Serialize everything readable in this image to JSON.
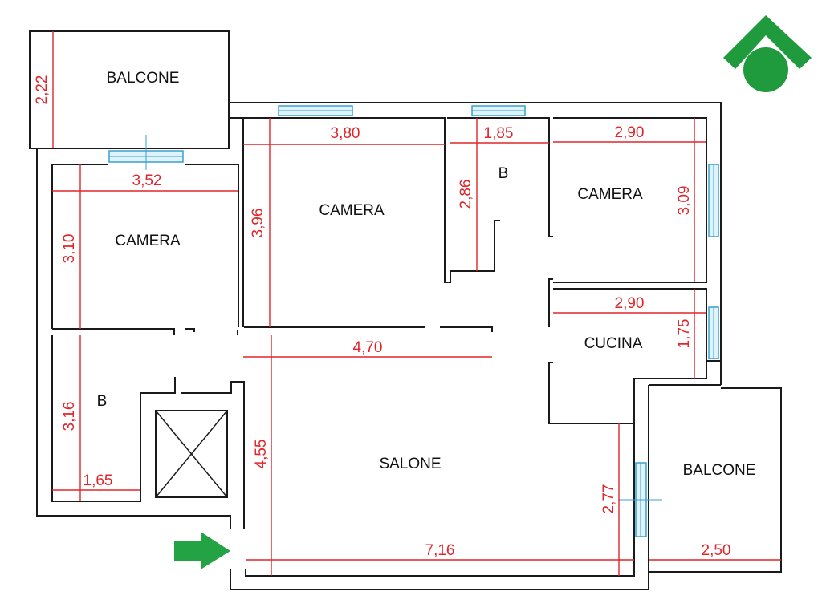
{
  "colors": {
    "wall": "#1a1a1a",
    "dimension": "#e0262b",
    "window": "#3d9fd0",
    "logo": "#1f9a3c",
    "arrow": "#24a344"
  },
  "logo": {
    "icon": "house-roof-circle-logo"
  },
  "entrance": {
    "icon": "green-arrow-right-icon"
  },
  "rooms": {
    "balcone_top": "BALCONE",
    "camera_left": "CAMERA",
    "camera_center": "CAMERA",
    "bagno_top": "B",
    "camera_right": "CAMERA",
    "cucina": "CUCINA",
    "bagno_left": "B",
    "salone": "SALONE",
    "balcone_right": "BALCONE"
  },
  "dimensions": {
    "balcone_top_h": "2,22",
    "camera_left_w": "3,52",
    "camera_left_h": "3,10",
    "camera_center_w": "3,80",
    "camera_center_h": "3,96",
    "bagno_top_w": "1,85",
    "bagno_top_h": "2,86",
    "camera_right_w": "2,90",
    "camera_right_h": "3,09",
    "cucina_w": "2,90",
    "cucina_h": "1,75",
    "corridor_w": "4,70",
    "bagno_left_h": "3,16",
    "bagno_left_w": "1,65",
    "salone_h": "4,55",
    "salone_w": "7,16",
    "salone_h2": "2,77",
    "balcone_right_w": "2,50"
  }
}
